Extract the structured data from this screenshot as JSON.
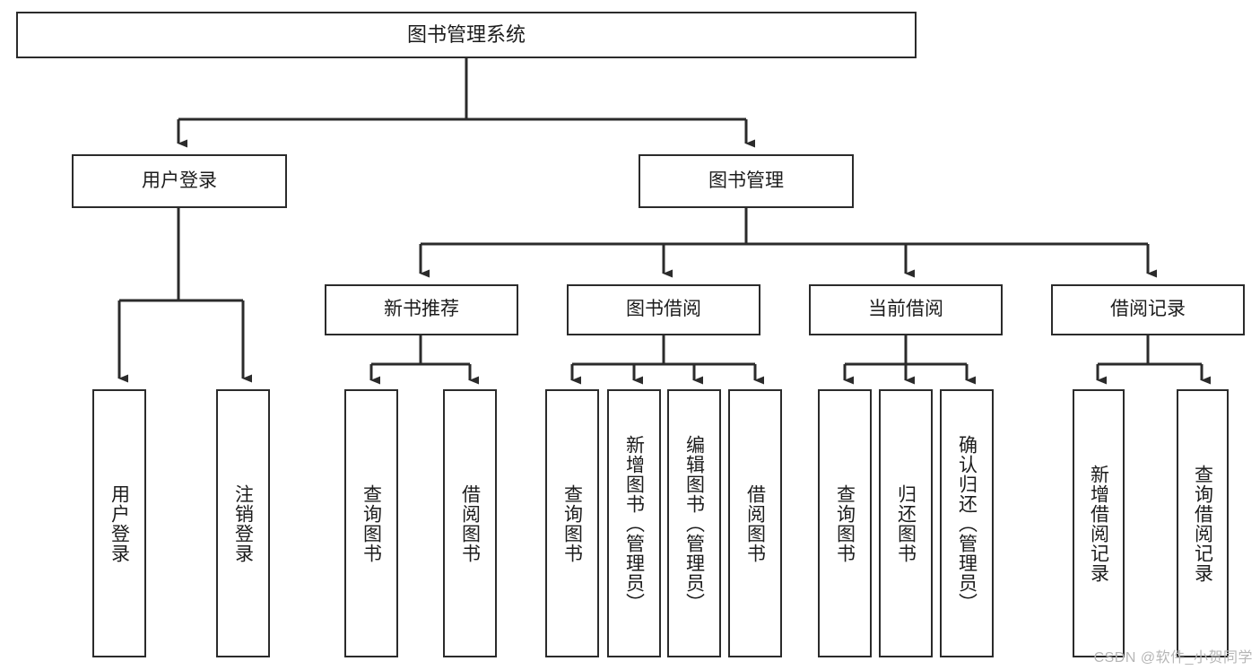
{
  "diagram": {
    "title_text": "图书管理系统",
    "type": "tree-hierarchy-diagram",
    "line_color": "#2b2b2b",
    "box_fill": "#ffffff",
    "text_color": "#1c1c1c",
    "root": {
      "id": "root",
      "label": "图书管理系统",
      "orientation": "horizontal"
    },
    "level2": [
      {
        "id": "user-login",
        "label": "用户登录",
        "orientation": "horizontal"
      },
      {
        "id": "book-management",
        "label": "图书管理",
        "orientation": "horizontal"
      }
    ],
    "level3": [
      {
        "id": "new-book-recommend",
        "label": "新书推荐",
        "orientation": "horizontal",
        "parent": "book-management"
      },
      {
        "id": "book-borrow",
        "label": "图书借阅",
        "orientation": "horizontal",
        "parent": "book-management"
      },
      {
        "id": "current-borrow",
        "label": "当前借阅",
        "orientation": "horizontal",
        "parent": "book-management"
      },
      {
        "id": "borrow-record",
        "label": "借阅记录",
        "orientation": "horizontal",
        "parent": "book-management"
      }
    ],
    "leaves": {
      "user_login": [
        {
          "id": "leaf-user-login",
          "label": "用户登录"
        },
        {
          "id": "leaf-logout-login",
          "label": "注销登录"
        }
      ],
      "new_book_recommend": [
        {
          "id": "leaf-query-book-1",
          "label": "查询图书"
        },
        {
          "id": "leaf-borrow-book-1",
          "label": "借阅图书"
        }
      ],
      "book_borrow": [
        {
          "id": "leaf-query-book-2",
          "label": "查询图书"
        },
        {
          "id": "leaf-add-book",
          "label": "新增图书（管理员）"
        },
        {
          "id": "leaf-edit-book",
          "label": "编辑图书（管理员）"
        },
        {
          "id": "leaf-borrow-book-2",
          "label": "借阅图书"
        }
      ],
      "current_borrow": [
        {
          "id": "leaf-query-book-3",
          "label": "查询图书"
        },
        {
          "id": "leaf-return-book",
          "label": "归还图书"
        },
        {
          "id": "leaf-confirm-return",
          "label": "确认归还（管理员）"
        }
      ],
      "borrow_record": [
        {
          "id": "leaf-add-borrow-record",
          "label": "新增借阅记录"
        },
        {
          "id": "leaf-query-borrow-record",
          "label": "查询借阅记录"
        }
      ]
    }
  },
  "watermark": {
    "text": "CSDN @软件_小贺同学"
  }
}
